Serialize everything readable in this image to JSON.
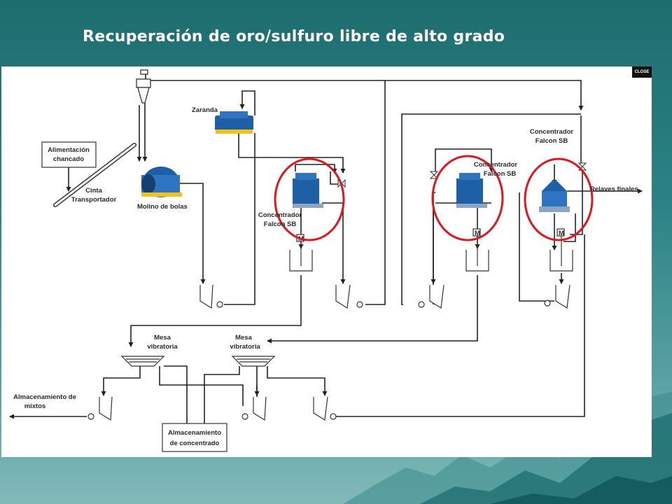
{
  "slide": {
    "title": "Recuperación de oro/sulfuro libre de alto grado"
  },
  "close_button": {
    "label": "CLOSE"
  },
  "diagram": {
    "labels": {
      "feed_line1": "Alimentación",
      "feed_line2": "chancado",
      "conveyor_line1": "Cinta",
      "conveyor_line2": "Transportador",
      "screen": "Zaranda",
      "ball_mill": "Molino de bolas",
      "falcon1_line1": "Concentrador",
      "falcon1_line2": "Falcon SB",
      "falcon2_line1": "Concentrador",
      "falcon2_line2": "Falcon SB",
      "falcon3_line1": "Concentrador",
      "falcon3_line2": "Falcon SB",
      "final_tailings": "Relaves finales",
      "table1_line1": "Mesa",
      "table1_line2": "vibratoria",
      "table2_line1": "Mesa",
      "table2_line2": "vibratoria",
      "mixed_storage_line1": "Almacenamiento de",
      "mixed_storage_line2": "mixtos",
      "concentrate_storage_line1": "Almacenamiento",
      "concentrate_storage_line2": "de concentrado",
      "motor_mark": "M"
    },
    "colors": {
      "highlight_circle": "#e0161e",
      "equipment_blue": "#1f5fa6",
      "line": "#222222"
    }
  }
}
